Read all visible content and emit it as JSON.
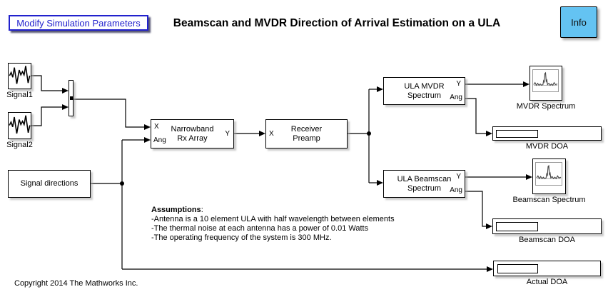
{
  "header": {
    "modify_button_label": "Modify Simulation Parameters",
    "title": "Beamscan and MVDR Direction of Arrival Estimation on a ULA",
    "info_button_label": "Info"
  },
  "colors": {
    "info_button_bg": "#64c3f2",
    "modify_button_accent": "#2121cd",
    "wire": "#000000",
    "block_border": "#000000"
  },
  "blocks": {
    "signal1": {
      "label": "Signal1",
      "icon": "waveform-icon"
    },
    "signal2": {
      "label": "Signal2",
      "icon": "waveform-icon"
    },
    "mux": {
      "icon": "mux-bar"
    },
    "signal_directions": {
      "label": "Signal directions"
    },
    "narrowband_rx_array": {
      "line1": "Narrowband",
      "line2": "Rx Array",
      "port_x": "X",
      "port_ang": "Ang",
      "port_y": "Y"
    },
    "receiver_preamp": {
      "line1": "Receiver",
      "line2": "Preamp",
      "port_x": "X"
    },
    "ula_mvdr_spectrum": {
      "line1": "ULA MVDR",
      "line2": "Spectrum",
      "port_y": "Y",
      "port_ang": "Ang"
    },
    "ula_beamscan_spectrum": {
      "line1": "ULA Beamscan",
      "line2": "Spectrum",
      "port_y": "Y",
      "port_ang": "Ang"
    },
    "mvdr_spectrum_scope": {
      "label": "MVDR Spectrum",
      "icon": "spectrum-icon"
    },
    "mvdr_doa_display": {
      "label": "MVDR DOA",
      "value": ""
    },
    "beamscan_spectrum_scope": {
      "label": "Beamscan Spectrum",
      "icon": "spectrum-icon"
    },
    "beamscan_doa_display": {
      "label": "Beamscan DOA",
      "value": ""
    },
    "actual_doa_display": {
      "label": "Actual DOA",
      "value": ""
    }
  },
  "annotations": {
    "assumptions_title": "Assumptions",
    "assumptions_colon": ":",
    "lines": [
      "-Antenna is a 10 element ULA with half wavelength between elements",
      "-The thermal noise at each antenna has  a power of 0.01 Watts",
      "-The operating frequency of the system is 300 MHz."
    ],
    "copyright": "Copyright 2014 The Mathworks Inc."
  }
}
